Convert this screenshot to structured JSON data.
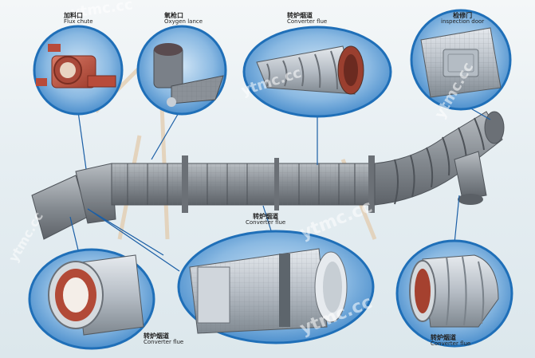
{
  "watermark": "ytmc.cc",
  "callouts": {
    "flux_chute": {
      "cn": "加料口",
      "en": "Flux chute"
    },
    "oxygen_lance": {
      "cn": "氧枪口",
      "en": "Oxygen lance"
    },
    "flue_top": {
      "cn": "转炉烟道",
      "en": "Converter flue"
    },
    "inspection_door": {
      "cn": "检修门",
      "en": "inspection door"
    },
    "flue_center": {
      "cn": "转炉烟道",
      "en": "Converter flue"
    },
    "flue_bottom_left": {
      "cn": "转炉烟道",
      "en": "Converter flue"
    },
    "flue_bottom_right": {
      "cn": "转炉烟道",
      "en": "Converter flue"
    }
  },
  "colors": {
    "ellipse_border": "#1f6fb8",
    "ellipse_fill": "#7fb2de",
    "leader_line": "#1b5fa6",
    "flue_body": "#8a9096",
    "refractory": "#c0503c"
  }
}
